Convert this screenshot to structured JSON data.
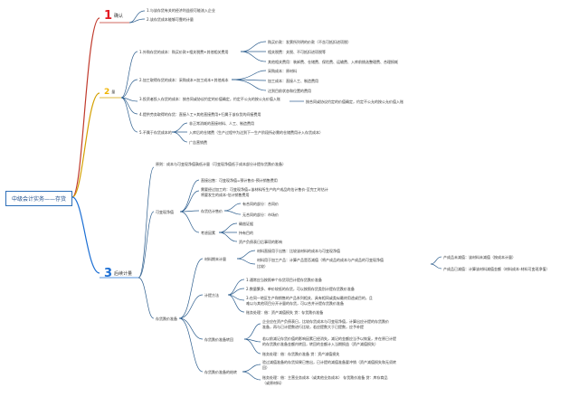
{
  "root": "中级会计实务——存货",
  "branches": {
    "confirm": {
      "num": "1",
      "label": "确认",
      "items": [
        "1.与该存货有关的经济利益很可能流入企业",
        "2.该存货成本能够可靠的计量"
      ]
    },
    "measure": {
      "num": "2",
      "label": "量",
      "items": {
        "a1": "1.外购存货的成本：购买价款+相关税费+其他相关费用",
        "a1c1": "购买价款：发票所列明的价款（不含可抵扣进项税）",
        "a1c2": "相关税费：关税、不可抵扣进项税等",
        "a1c3": "其他相关费用：装卸费、仓储费、保险费、运输费、入库前挑选整理费、合理损耗",
        "a2": "2.加工取得存货的成本：采购成本+加工成本+其他成本",
        "a2c1": "采购成本：原材料",
        "a2c2": "加工成本：直接人工、制造费用",
        "a2c3": "达到目前状态和位置的费用",
        "a3": "3.投资者投入存货的成本：按合同或协议约定的价值确定，约定不公允的按公允价值入账",
        "a3c": "按合同或协议约定的价值确定，约定不公允的按公允价值入账",
        "a4": "4.提供劳务取得的存货：直接人工+其他直接费用+归属于该存货的间接费用",
        "a5": "5.不属于存货成本的",
        "a5c1": "非正常消耗的直接材料、人工、制造费用",
        "a5c2": "入库后的仓储费（生产过程中为达到下一生产阶段所必需的仓储费用计入存货成本）",
        "a5c3": "广告营销费"
      }
    },
    "subsequent": {
      "num": "3",
      "label": "后续计量",
      "principle": "原则：成本与可变现净值孰低计量（可变现净值低于成本部分计提存货跌价准备）",
      "nrv": {
        "label": "可变现净值",
        "formula1": "直接出售：可变现净值=预计售价-预计销售费用",
        "formula2": "需要经过加工的：可变现净值=该材料所生产的产成品的估计售价-至完工时估计",
        "formula2b": "将要发生的成本-估计销售费用",
        "price": "存货估计售价",
        "price1": "有合同的部分：合同价",
        "price2": "无合同的部分：市场价",
        "consider": "考虑因素",
        "cons1": "确凿证据",
        "cons2": "持有目的",
        "cons3": "资产负债表日后事项的影响"
      },
      "provision": {
        "label": "存货跌价准备",
        "material": "材料期末计量",
        "mat1": "材料直接用于出售：比较该材料的成本与可变现净值",
        "mat2": "材料用于加工产品：计算产品是否减值（将产成品的成本与产成品的可变现净值",
        "mat2b": "比较）",
        "mat2c1": "产成品未减值：该材料未减值（按成本计量）",
        "mat2c2": "产成品已减值：计算该材料减值金额（材料成本-材料可变现净值）",
        "method": "计提方法",
        "meth1": "1.通常应当按照单个存货项目计提存货跌价准备",
        "meth2": "2.数量繁多、单价较低的存货，可以按照存货类别计提存货跌价准备",
        "meth3": "3.在同一地区生产和销售的产品系列相关、具有相同或类似最终用途或目的，且",
        "meth3b": "难以与其他项目分开计量的存货，可以合并计提存货跌价准备",
        "meth4": "账务处理：借：资产减值损失 贷：存货跌价准备",
        "reversal": "存货跌价准备转回",
        "rev1": "企业应在资产负债表日，比较存货成本与可变现净值，计算出应计提的存货跌价",
        "rev1b": "准备，再与已计提数进行比较，若应提数大于已提数，应予补提",
        "rev2": "若以前减记存货价值的影响因素已经消失，减记的金额应当予以恢复，并在原已计提",
        "rev2b": "的存货跌价准备金额内转回，转回的金额计入当期损益（资产减值损失）",
        "rev3": "账务处理：借：存货跌价准备 贷：资产减值损失",
        "writeoff": "存货跌价准备的结转",
        "wo1": "验过减值准备的存货如果已售出，已计提的减值准备要冲销（资产减值损失和无须转",
        "wo1b": "回）",
        "wo2": "账务处理：借：主营业务成本（或其他业务成本） 存货跌价准备 贷：库存商品",
        "wo2b": "（或原材料）"
      }
    }
  }
}
